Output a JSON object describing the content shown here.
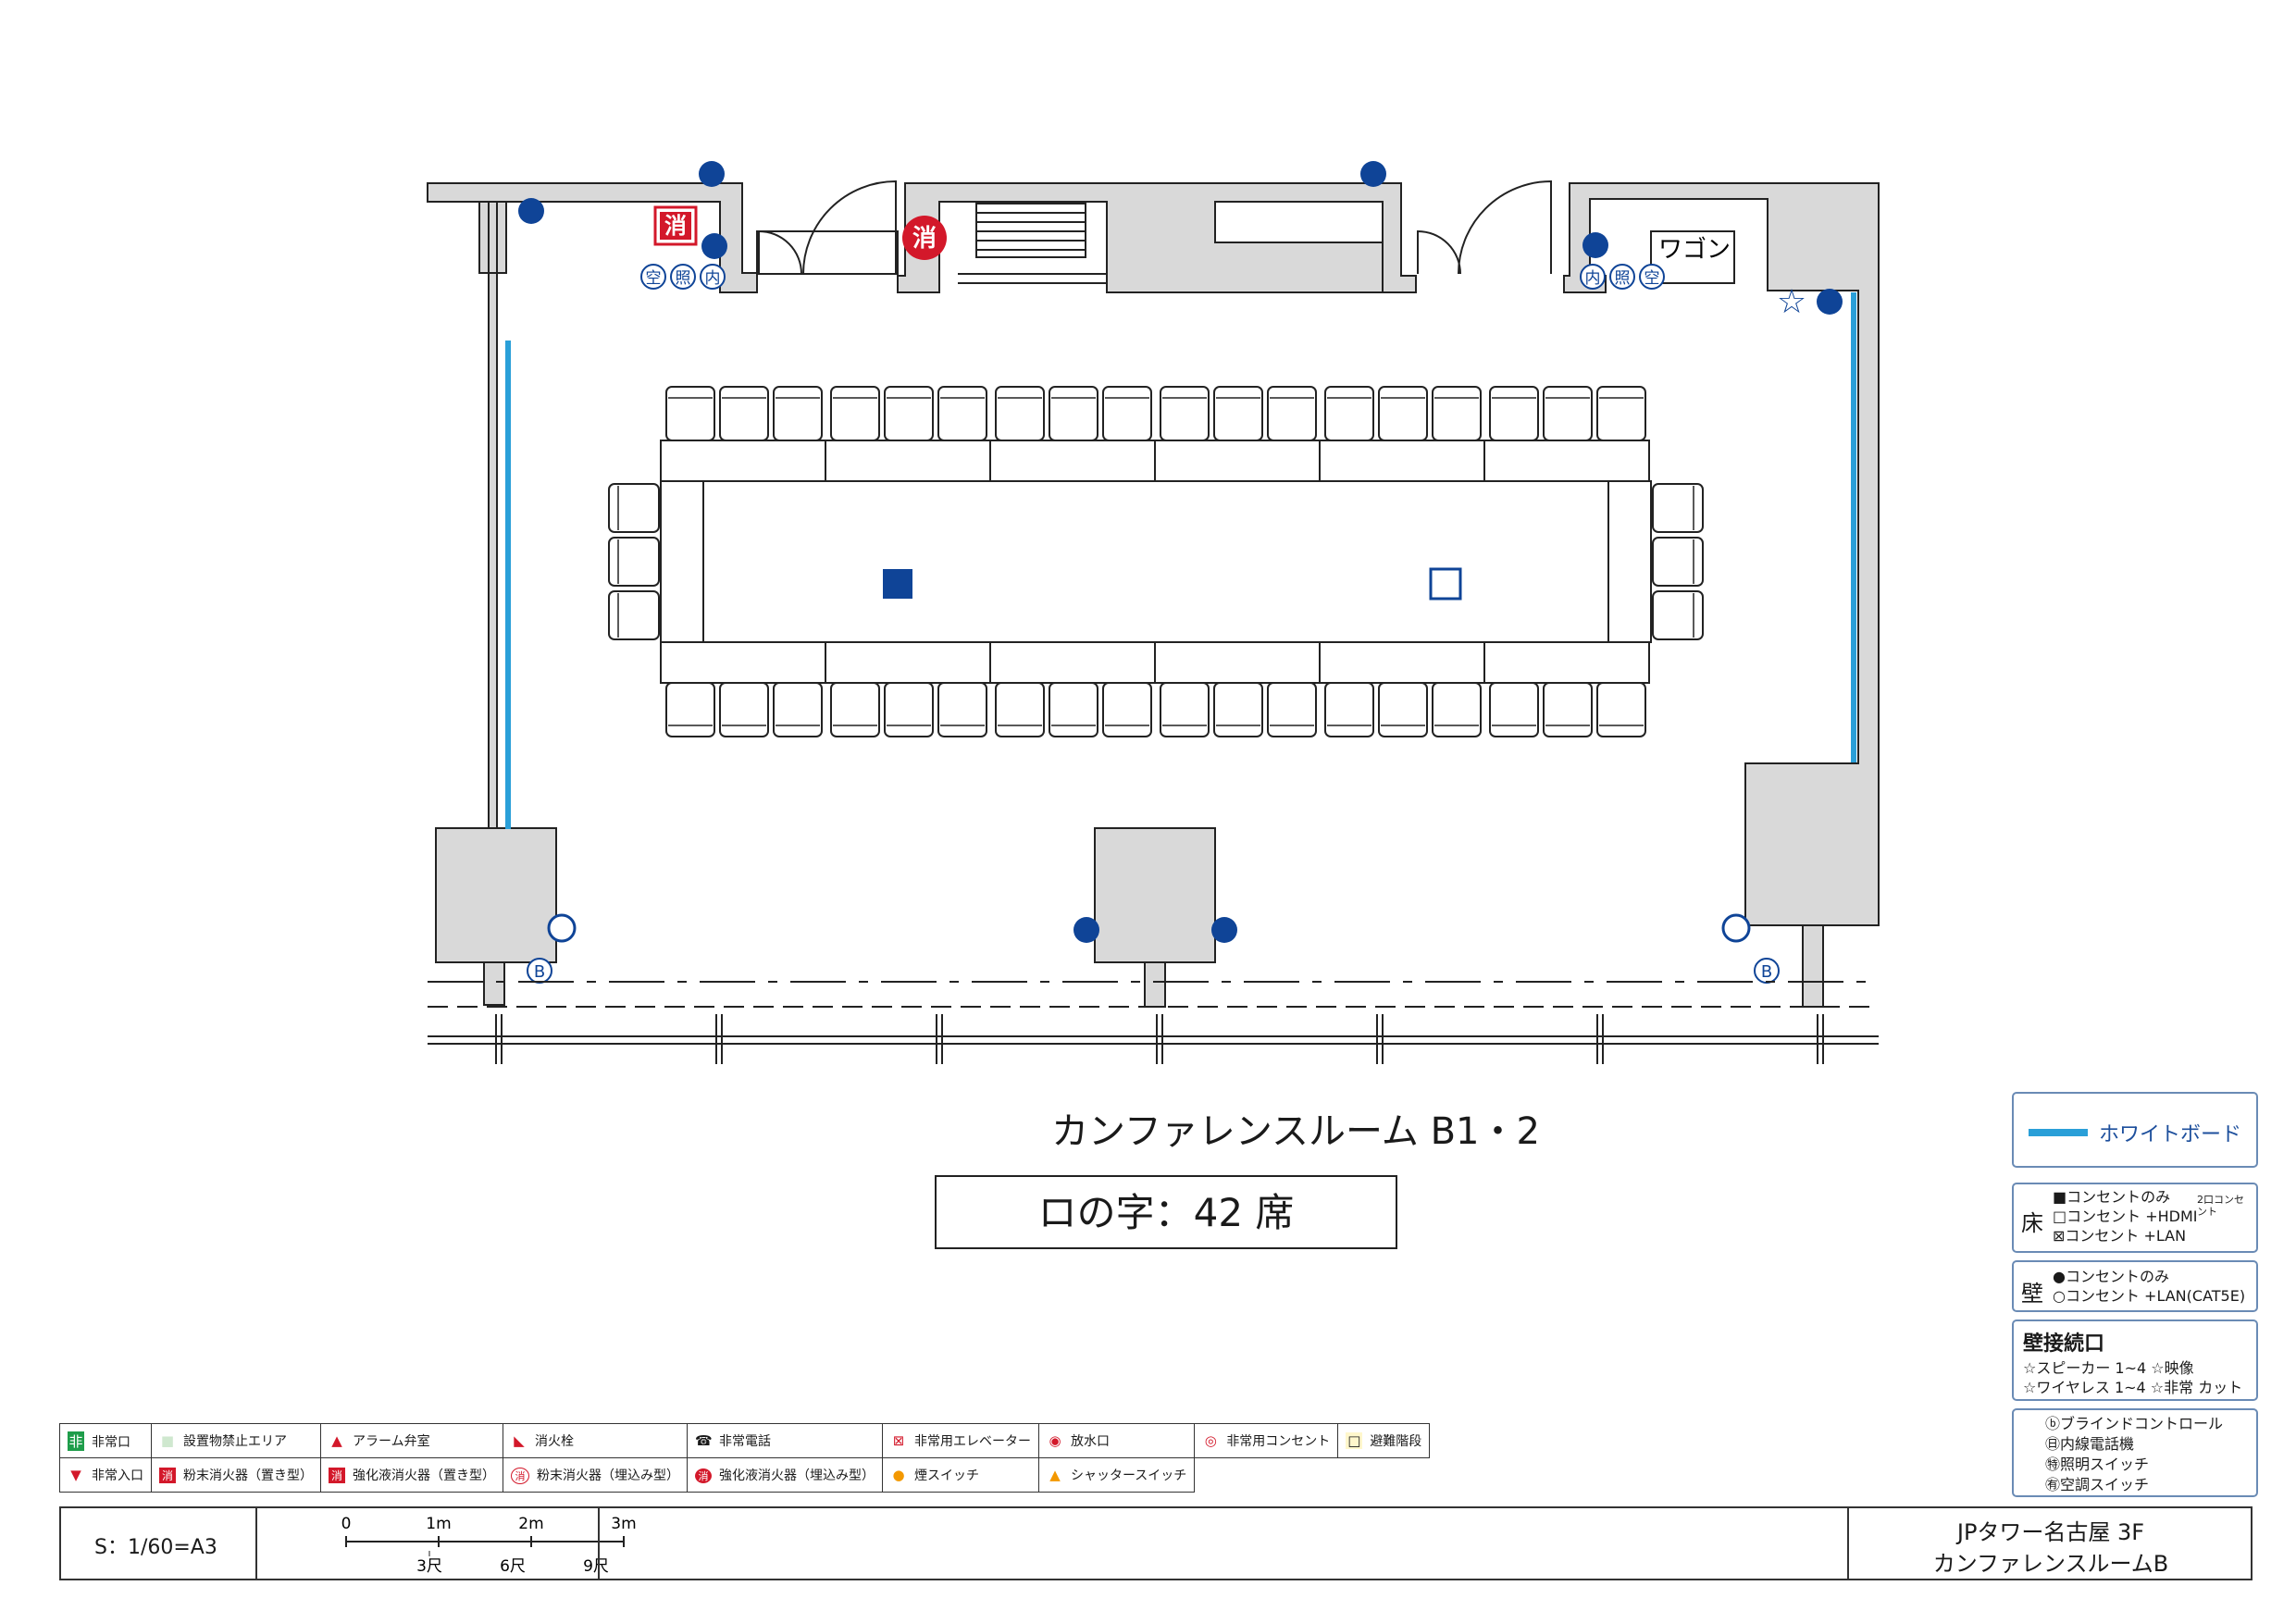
{
  "plan": {
    "room_title": "カンファレンスルーム B1・2",
    "seating": "ロの字：42 席",
    "wagon_label": "ワゴン",
    "fire_label": "消",
    "breaker_label": "B",
    "switch_left": [
      "空",
      "照",
      "内"
    ],
    "switch_right": [
      "内",
      "照",
      "空"
    ]
  },
  "legend_panel": {
    "whiteboard": "ホワイトボード",
    "floor_head": "床",
    "floor_items": [
      "■コンセントのみ",
      "□コンセント +HDMI",
      "⊠コンセント +LAN"
    ],
    "floor_note": "2口コンセント",
    "wall_head": "壁",
    "wall_items": [
      "●コンセントのみ",
      "○コンセント +LAN(CAT5E)"
    ],
    "wall_conn_title": "壁接続口",
    "wall_conn_row1": "☆スピーカー 1~4  ☆映像",
    "wall_conn_row2": "☆ワイヤレス 1~4  ☆非常 カット",
    "controls": [
      "ⓑブラインドコントロール",
      "㊐内線電話機",
      "㊕照明スイッチ",
      "㊒空調スイッチ"
    ]
  },
  "symbol_legend": {
    "row1": [
      {
        "icon": "非",
        "label": "非常口"
      },
      {
        "icon": "■",
        "label": "設置物禁止エリア"
      },
      {
        "icon": "▲",
        "label": "アラーム弁室"
      },
      {
        "icon": "◣",
        "label": "消火栓"
      },
      {
        "icon": "☎",
        "label": "非常電話"
      },
      {
        "icon": "⊠",
        "label": "非常用エレベーター"
      },
      {
        "icon": "◉",
        "label": "放水口"
      },
      {
        "icon": "◎",
        "label": "非常用コンセント"
      },
      {
        "icon": "□",
        "label": "避難階段"
      }
    ],
    "row2": [
      {
        "icon": "▼",
        "label": "非常入口"
      },
      {
        "icon": "消",
        "label": "粉末消火器（置き型）"
      },
      {
        "icon": "消",
        "label": "強化液消火器（置き型）"
      },
      {
        "icon": "消",
        "label": "粉末消火器（埋込み型）"
      },
      {
        "icon": "消",
        "label": "強化液消火器（埋込み型）"
      },
      {
        "icon": "●",
        "label": "煙スイッチ"
      },
      {
        "icon": "▲",
        "label": "シャッタースイッチ"
      }
    ]
  },
  "footer": {
    "scale": "S：1/60=A3",
    "meters": [
      "0",
      "1m",
      "2m",
      "3m"
    ],
    "shaku": [
      "3尺",
      "6尺",
      "9尺"
    ],
    "building": "JPタワー名古屋 3F",
    "room": "カンファレンスルームB"
  },
  "colors": {
    "wall": "#d9d9d9",
    "outlet": "#0f4497",
    "whiteboard": "#2a9fd8",
    "fire_red": "#d3182a"
  }
}
